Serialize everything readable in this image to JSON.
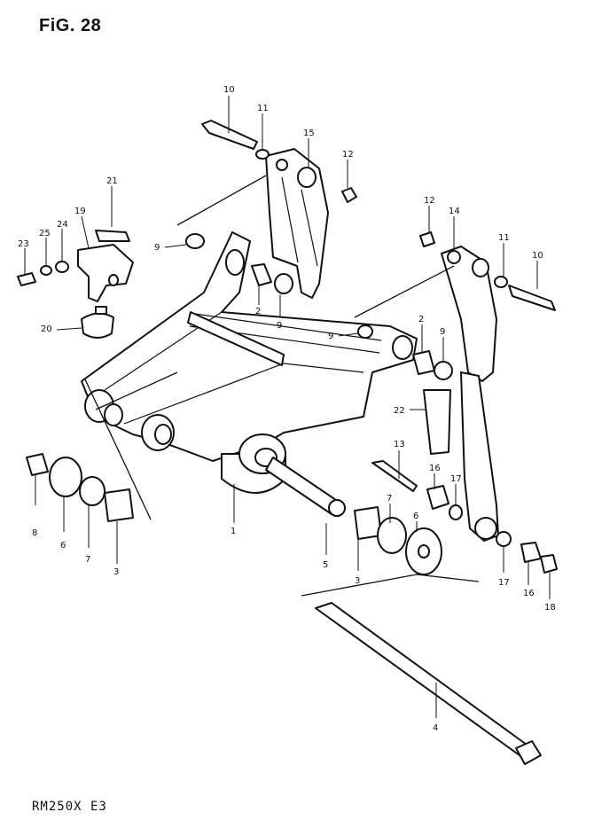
{
  "figure": {
    "title": "FiG. 28",
    "model_code": "RM250X  E3"
  },
  "callouts": [
    {
      "id": "c10a",
      "label": "10"
    },
    {
      "id": "c11a",
      "label": "11"
    },
    {
      "id": "c15",
      "label": "15"
    },
    {
      "id": "c12a",
      "label": "12"
    },
    {
      "id": "c21",
      "label": "21"
    },
    {
      "id": "c19",
      "label": "19"
    },
    {
      "id": "c24",
      "label": "24"
    },
    {
      "id": "c25",
      "label": "25"
    },
    {
      "id": "c23",
      "label": "23"
    },
    {
      "id": "c20",
      "label": "20"
    },
    {
      "id": "c9a",
      "label": "9"
    },
    {
      "id": "c2a",
      "label": "2"
    },
    {
      "id": "c9b",
      "label": "9"
    },
    {
      "id": "c12b",
      "label": "12"
    },
    {
      "id": "c14",
      "label": "14"
    },
    {
      "id": "c11b",
      "label": "11"
    },
    {
      "id": "c10b",
      "label": "10"
    },
    {
      "id": "c9c",
      "label": "9"
    },
    {
      "id": "c2b",
      "label": "2"
    },
    {
      "id": "c9d",
      "label": "9"
    },
    {
      "id": "c22",
      "label": "22"
    },
    {
      "id": "c13",
      "label": "13"
    },
    {
      "id": "c16a",
      "label": "16"
    },
    {
      "id": "c17a",
      "label": "17"
    },
    {
      "id": "c7a",
      "label": "7"
    },
    {
      "id": "c6a",
      "label": "6"
    },
    {
      "id": "c8",
      "label": "8"
    },
    {
      "id": "c6b",
      "label": "6"
    },
    {
      "id": "c7b",
      "label": "7"
    },
    {
      "id": "c3a",
      "label": "3"
    },
    {
      "id": "c1",
      "label": "1"
    },
    {
      "id": "c5",
      "label": "5"
    },
    {
      "id": "c3b",
      "label": "3"
    },
    {
      "id": "c17b",
      "label": "17"
    },
    {
      "id": "c16b",
      "label": "16"
    },
    {
      "id": "c18",
      "label": "18"
    },
    {
      "id": "c4",
      "label": "4"
    }
  ]
}
